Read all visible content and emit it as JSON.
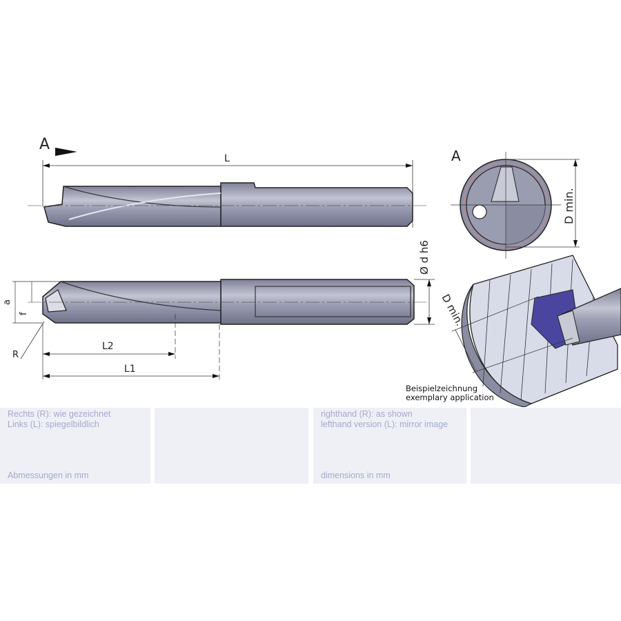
{
  "drawing": {
    "view_marker": "A",
    "side_view_labels": {
      "L": "L",
      "a": "a",
      "f": "f",
      "R": "R",
      "L1": "L1",
      "L2": "L2",
      "d": "Ø d h6"
    },
    "end_view_label": "A",
    "end_view_dimension": "D min.",
    "application_dimension": "D min.",
    "caption_de": "Beispielzeichnung",
    "caption_en": "exemplary application"
  },
  "panels": [
    {
      "lines": [
        "Rechts (R): wie gezeichnet",
        "Links (L): spiegelbildlich"
      ],
      "footer": "Abmessungen in mm"
    },
    {
      "lines": [],
      "footer": ""
    },
    {
      "lines": [
        "righthand (R): as shown",
        "lefthand version (L): mirror image"
      ],
      "footer": "dimensions in mm"
    },
    {
      "lines": [],
      "footer": ""
    }
  ],
  "colors": {
    "tool": "#8e91a6",
    "tool_light": "#c4c6d4",
    "workpiece": "#d8dbe8",
    "cut": "#4a46a0",
    "panel_text": "#a3aacb"
  }
}
